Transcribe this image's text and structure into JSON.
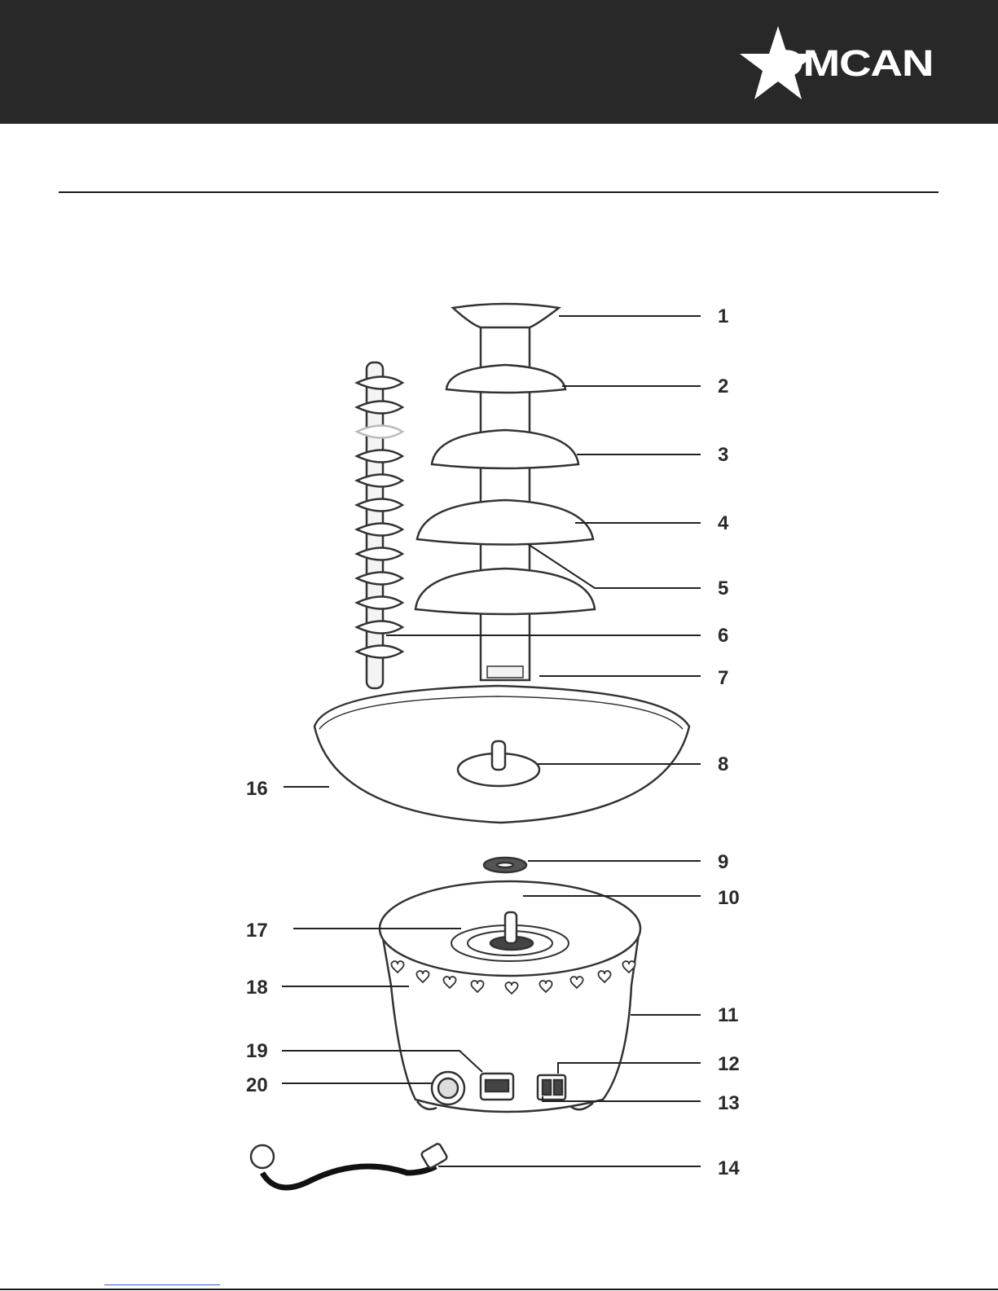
{
  "header": {
    "brand": "OMCAN",
    "brand_color": "#ffffff",
    "bar_color": "#282828",
    "logo_icon": "star-logo-icon"
  },
  "diagram": {
    "callouts": [
      "1",
      "2",
      "3",
      "4",
      "5",
      "6",
      "7",
      "8",
      "9",
      "10",
      "11",
      "12",
      "13",
      "14",
      "16",
      "17",
      "18",
      "19",
      "20"
    ]
  }
}
